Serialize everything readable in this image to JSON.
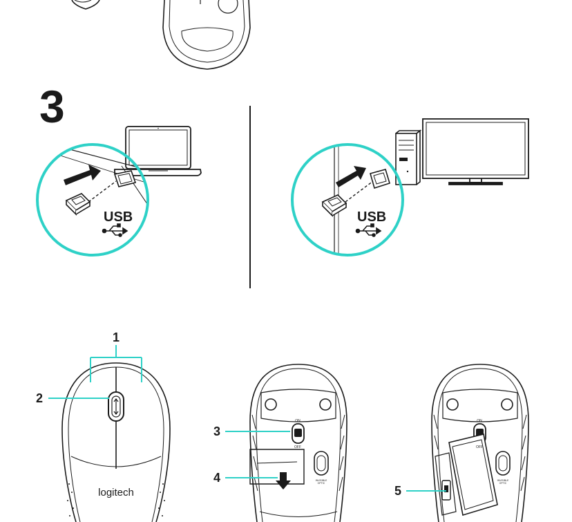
{
  "step_number": "3",
  "laptop_panel": {
    "usb_label": "USB"
  },
  "desktop_panel": {
    "usb_label": "USB"
  },
  "mouse_callouts": {
    "label_1": "1",
    "label_2": "2",
    "label_3": "3",
    "label_4": "4",
    "label_5": "5"
  },
  "mouse_top": {
    "brand": "logitech"
  },
  "mouse_bottom": {
    "switch_on": "ON",
    "switch_off": "OFF",
    "sensor_text_1": "INVISIBLE",
    "sensor_text_2": "OPTIC"
  },
  "colors": {
    "accent": "#2ed1c7",
    "ink": "#1a1a1a"
  },
  "icons": [
    "usb-icon",
    "arrow-icon",
    "receiver-icon",
    "laptop-icon",
    "monitor-icon",
    "tower-icon"
  ]
}
